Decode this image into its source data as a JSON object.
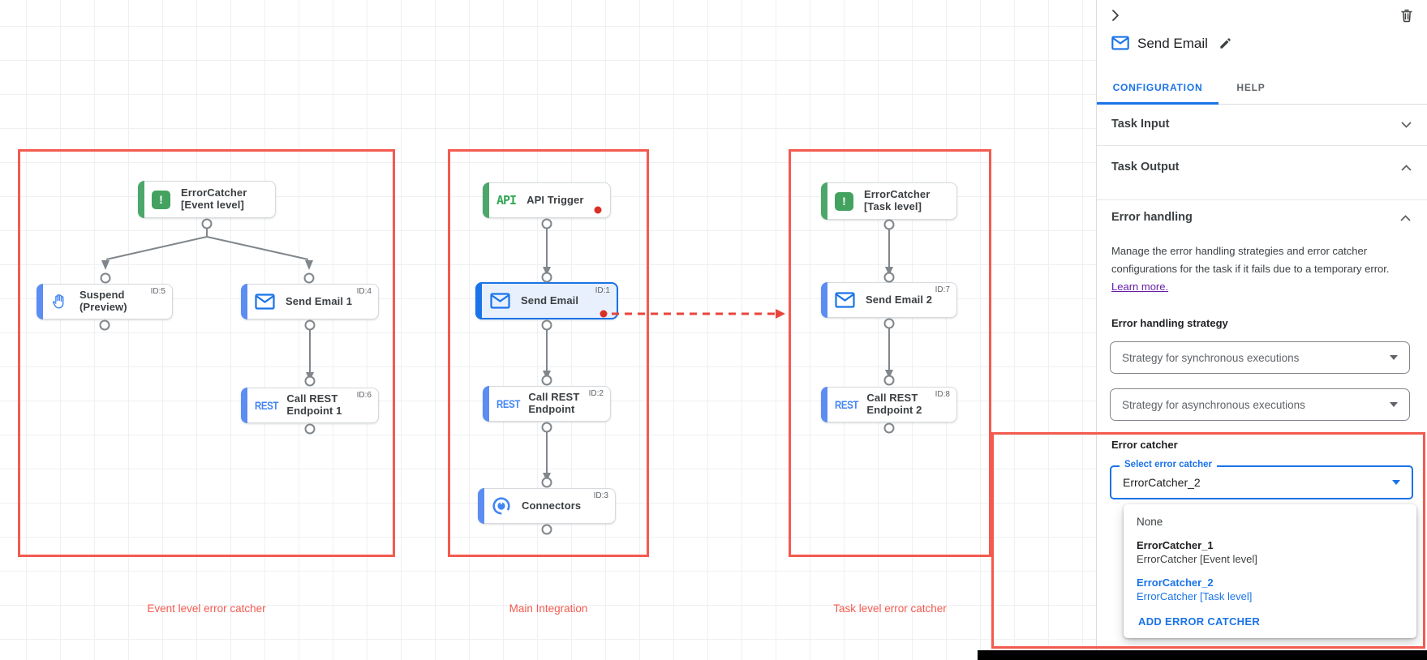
{
  "colors": {
    "accent_blue": "#1a73e8",
    "node_blue_bar": "#5b8df2",
    "node_green_bar": "#4ca76b",
    "selected_node_bg": "#e8f0fe",
    "annotation_red": "#f45a4f",
    "error_dot_red": "#d93025",
    "link_purple": "#681da8",
    "wire_gray": "#80868b"
  },
  "canvas": {
    "groups": [
      {
        "caption": "Event level error catcher"
      },
      {
        "caption": "Main Integration"
      },
      {
        "caption": "Task level error catcher"
      }
    ],
    "icon_labels": {
      "error": "!",
      "api": "API",
      "rest": "REST"
    },
    "nodes": [
      {
        "line1": "ErrorCatcher",
        "line2": "[Event level]",
        "icon": "error-catcher-icon"
      },
      {
        "line1": "Suspend",
        "line2": "(Preview)",
        "id": "ID:5",
        "icon": "hand-icon"
      },
      {
        "line1": "Send Email 1",
        "id": "ID:4",
        "icon": "mail-icon"
      },
      {
        "line1": "Call REST",
        "line2": "Endpoint 1",
        "id": "ID:6",
        "icon": "rest-icon"
      },
      {
        "line1": "API Trigger",
        "icon": "api-icon"
      },
      {
        "line1": "Send Email",
        "id": "ID:1",
        "icon": "mail-icon",
        "selected": true
      },
      {
        "line1": "Call REST",
        "line2": "Endpoint",
        "id": "ID:2",
        "icon": "rest-icon"
      },
      {
        "line1": "Connectors",
        "id": "ID:3",
        "icon": "connector-icon"
      },
      {
        "line1": "ErrorCatcher",
        "line2": "[Task level]",
        "icon": "error-catcher-icon"
      },
      {
        "line1": "Send Email 2",
        "id": "ID:7",
        "icon": "mail-icon"
      },
      {
        "line1": "Call REST",
        "line2": "Endpoint 2",
        "id": "ID:8",
        "icon": "rest-icon"
      }
    ]
  },
  "panel": {
    "title": "Send Email",
    "title_icon": "mail-icon",
    "header_icons": [
      "collapse-chevron-right-icon",
      "trash-icon",
      "pencil-icon"
    ],
    "tabs": [
      {
        "label": "CONFIGURATION",
        "active": true
      },
      {
        "label": "HELP",
        "active": false
      }
    ],
    "sections": [
      {
        "label": "Task Input",
        "state": "collapsed"
      },
      {
        "label": "Task Output",
        "state": "expanded"
      },
      {
        "label": "Error handling",
        "state": "expanded"
      }
    ],
    "error_handling": {
      "description": "Manage the error handling strategies and error catcher configurations for the task if it fails due to a temporary error.",
      "learn_more": "Learn more.",
      "strategy_label": "Error handling strategy",
      "sync_select": "Strategy for synchronous executions",
      "async_select": "Strategy for asynchronous executions",
      "catcher_label": "Error catcher",
      "select_label": "Select error catcher",
      "select_value": "ErrorCatcher_2",
      "menu": {
        "none": "None",
        "option1_title": "ErrorCatcher_1",
        "option1_subtitle": "ErrorCatcher [Event level]",
        "option2_title": "ErrorCatcher_2",
        "option2_subtitle": "ErrorCatcher [Task level]",
        "add_label": "ADD ERROR CATCHER"
      }
    }
  }
}
